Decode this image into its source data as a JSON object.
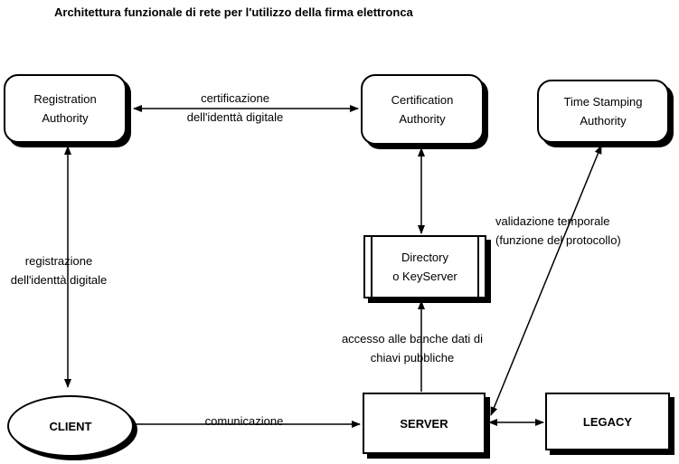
{
  "title": "Architettura funzionale di rete per l'utilizzo della firma elettronca",
  "nodes": {
    "registration_authority": [
      "Registration",
      "Authority"
    ],
    "certification_authority": [
      "Certification",
      "Authority"
    ],
    "time_stamping_authority": [
      "Time Stamping",
      "Authority"
    ],
    "directory": [
      "Directory",
      "o KeyServer"
    ],
    "client": "CLIENT",
    "server": "SERVER",
    "legacy": "LEGACY"
  },
  "edge_labels": {
    "certificazione": [
      "certificazione",
      "dell'identtà digitale"
    ],
    "registrazione": [
      "registrazione",
      "dell'identtà digitale"
    ],
    "validazione": [
      "validazione temporale",
      "(funzione del protocollo)"
    ],
    "accesso": [
      "accesso alle banche dati di",
      "chiavi pubbliche"
    ],
    "comunicazione": "comunicazione"
  }
}
